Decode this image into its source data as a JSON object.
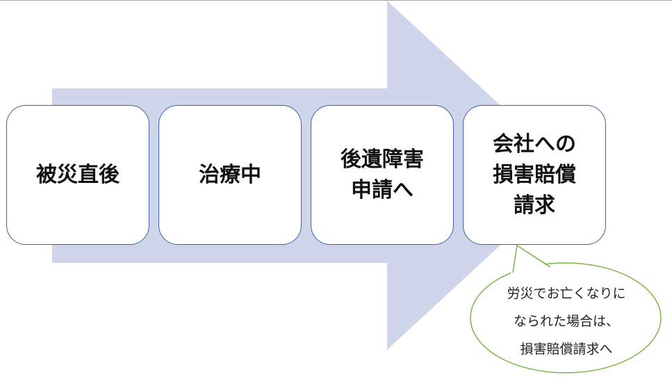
{
  "steps": [
    {
      "lines": [
        "被災直後"
      ]
    },
    {
      "lines": [
        "治療中"
      ]
    },
    {
      "lines": [
        "後遺障害",
        "申請へ"
      ]
    },
    {
      "lines": [
        "会社への",
        "損害賠償",
        "請求"
      ]
    }
  ],
  "callout": {
    "lines": [
      "労災でお亡くなりに",
      "なられた場合は、",
      "損害賠償請求へ"
    ]
  },
  "colors": {
    "arrow": "#cfd5ea",
    "box_border": "#3a62a8",
    "callout_border": "#7ab648"
  }
}
